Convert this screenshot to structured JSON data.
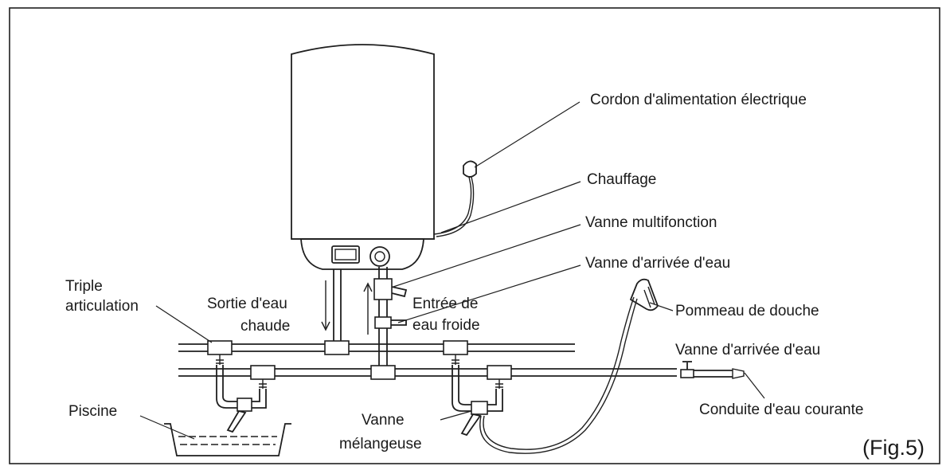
{
  "labels": {
    "cordon": "Cordon d'alimentation électrique",
    "chauffage": "Chauffage",
    "vanne_multi": "Vanne multifonction",
    "vanne_arrivee_1": "Vanne d'arrivée d'eau",
    "triple_1": "Triple",
    "triple_2": "articulation",
    "sortie_1": "Sortie d'eau",
    "sortie_2": "chaude",
    "entree_1": "Entrée de",
    "entree_2": "eau froide",
    "pommeau": "Pommeau de douche",
    "vanne_arrivee_2": "Vanne d'arrivée d'eau",
    "piscine": "Piscine",
    "melangeuse_1": "Vanne",
    "melangeuse_2": "mélangeuse",
    "conduite": "Conduite d'eau courante",
    "figure": "(Fig.5)"
  }
}
